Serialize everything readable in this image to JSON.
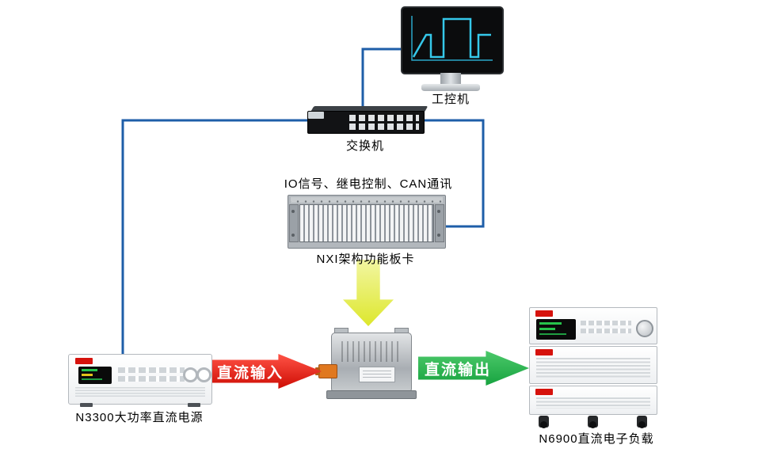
{
  "diagram": {
    "labels": {
      "industrial_pc": "工控机",
      "switch": "交换机",
      "io_text": "IO信号、继电控制、CAN通讯",
      "nxi_rack": "NXI架构功能板卡",
      "dc_input": "直流输入",
      "dc_output": "直流输出",
      "power_supply": "N3300大功率直流电源",
      "load": "N6900直流电子负载"
    },
    "colors": {
      "connector_blue": "#1e5ea8",
      "arrow_red": "#ce0d04",
      "arrow_green": "#17a340",
      "arrow_yellow": "#dde72c",
      "screen_waveform_cyan": "#35c8ea"
    },
    "icons": [
      "industrial-pc-icon",
      "network-switch-icon",
      "nxi-rack-icon",
      "down-arrow-icon",
      "dut-converter-icon",
      "dc-input-arrow-icon",
      "dc-output-arrow-icon",
      "power-supply-icon",
      "electronic-load-icon"
    ]
  }
}
